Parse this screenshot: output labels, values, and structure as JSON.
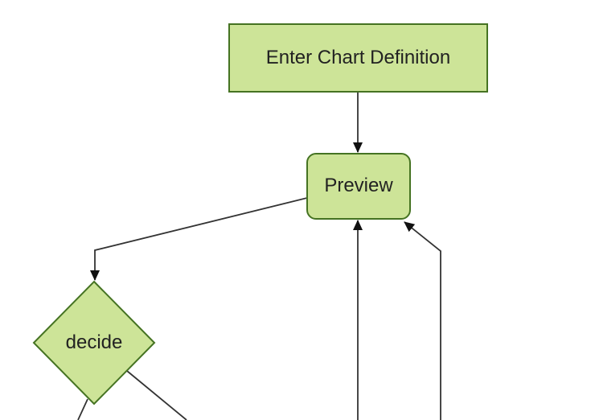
{
  "diagram": {
    "type": "flowchart",
    "direction": "top-down",
    "colors": {
      "background": "#ffffff",
      "node_fill": "#cde498",
      "node_border": "#457322",
      "edge_line": "#333333",
      "arrowhead": "#111111",
      "label_text": "#222222"
    },
    "nodes": [
      {
        "id": "enter-chart-definition",
        "label": "Enter Chart Definition",
        "shape": "rectangle"
      },
      {
        "id": "preview",
        "label": "Preview",
        "shape": "rounded-rectangle"
      },
      {
        "id": "decide",
        "label": "decide",
        "shape": "diamond"
      }
    ],
    "edges": [
      {
        "from": "enter-chart-definition",
        "to": "preview",
        "arrow": true
      },
      {
        "from": "preview",
        "to": "decide",
        "arrow": true
      },
      {
        "from": "offscreen-bottom",
        "to": "preview",
        "arrow": true
      },
      {
        "from": "offscreen-bottom-right",
        "to": "preview",
        "arrow": true
      },
      {
        "from": "decide",
        "to": "offscreen-bottom-left",
        "arrow": false
      },
      {
        "from": "decide",
        "to": "offscreen-bottom-right",
        "arrow": false
      }
    ]
  }
}
